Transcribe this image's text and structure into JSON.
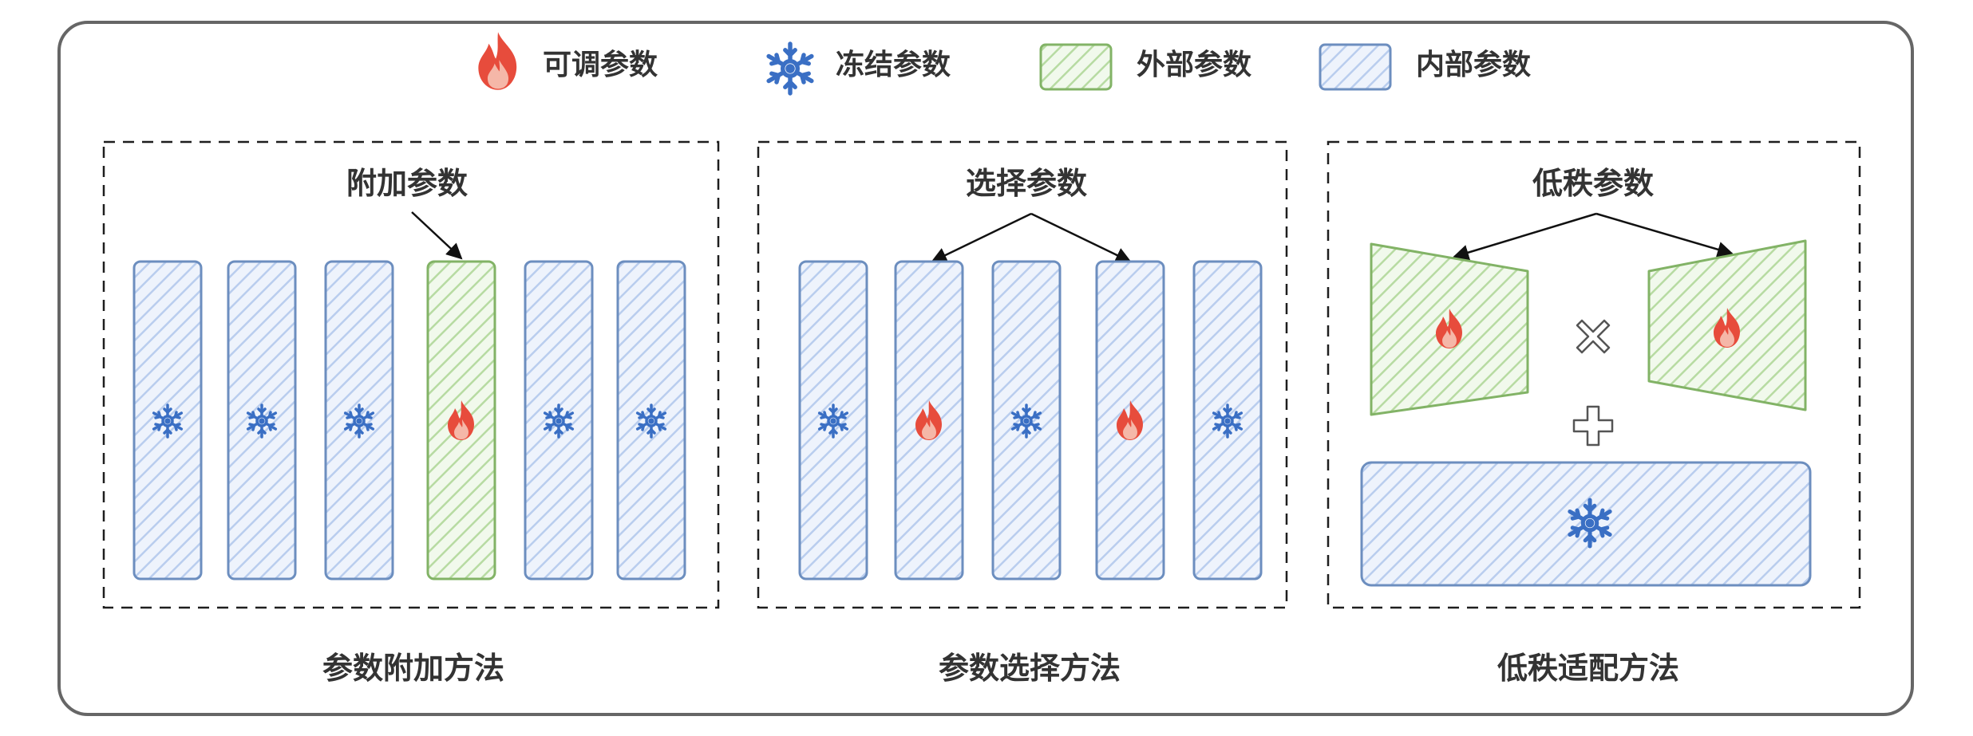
{
  "legend": {
    "tunable": "可调参数",
    "frozen": "冻结参数",
    "external": "外部参数",
    "internal": "内部参数"
  },
  "panels": [
    {
      "title": "附加参数",
      "caption": "参数附加方法"
    },
    {
      "title": "选择参数",
      "caption": "参数选择方法"
    },
    {
      "title": "低秩参数",
      "caption": "低秩适配方法"
    }
  ],
  "colors": {
    "frame": "#666666",
    "dashed": "#1e1e1e",
    "internal_stroke": "#6c8ebf",
    "internal_hatch": "#b9cdee",
    "internal_fill": "#eef3fc",
    "external_stroke": "#82b366",
    "external_hatch": "#b7dba2",
    "external_fill": "#f1f9ec",
    "flame_outer": "#e74c3c",
    "flame_inner": "#f5b7a8",
    "snow": "#3a6fc4",
    "arrow": "#111111"
  },
  "icons": {
    "tunable": "flame-icon",
    "frozen": "snowflake-icon",
    "multiply": "multiply-icon",
    "plus": "plus-icon"
  }
}
